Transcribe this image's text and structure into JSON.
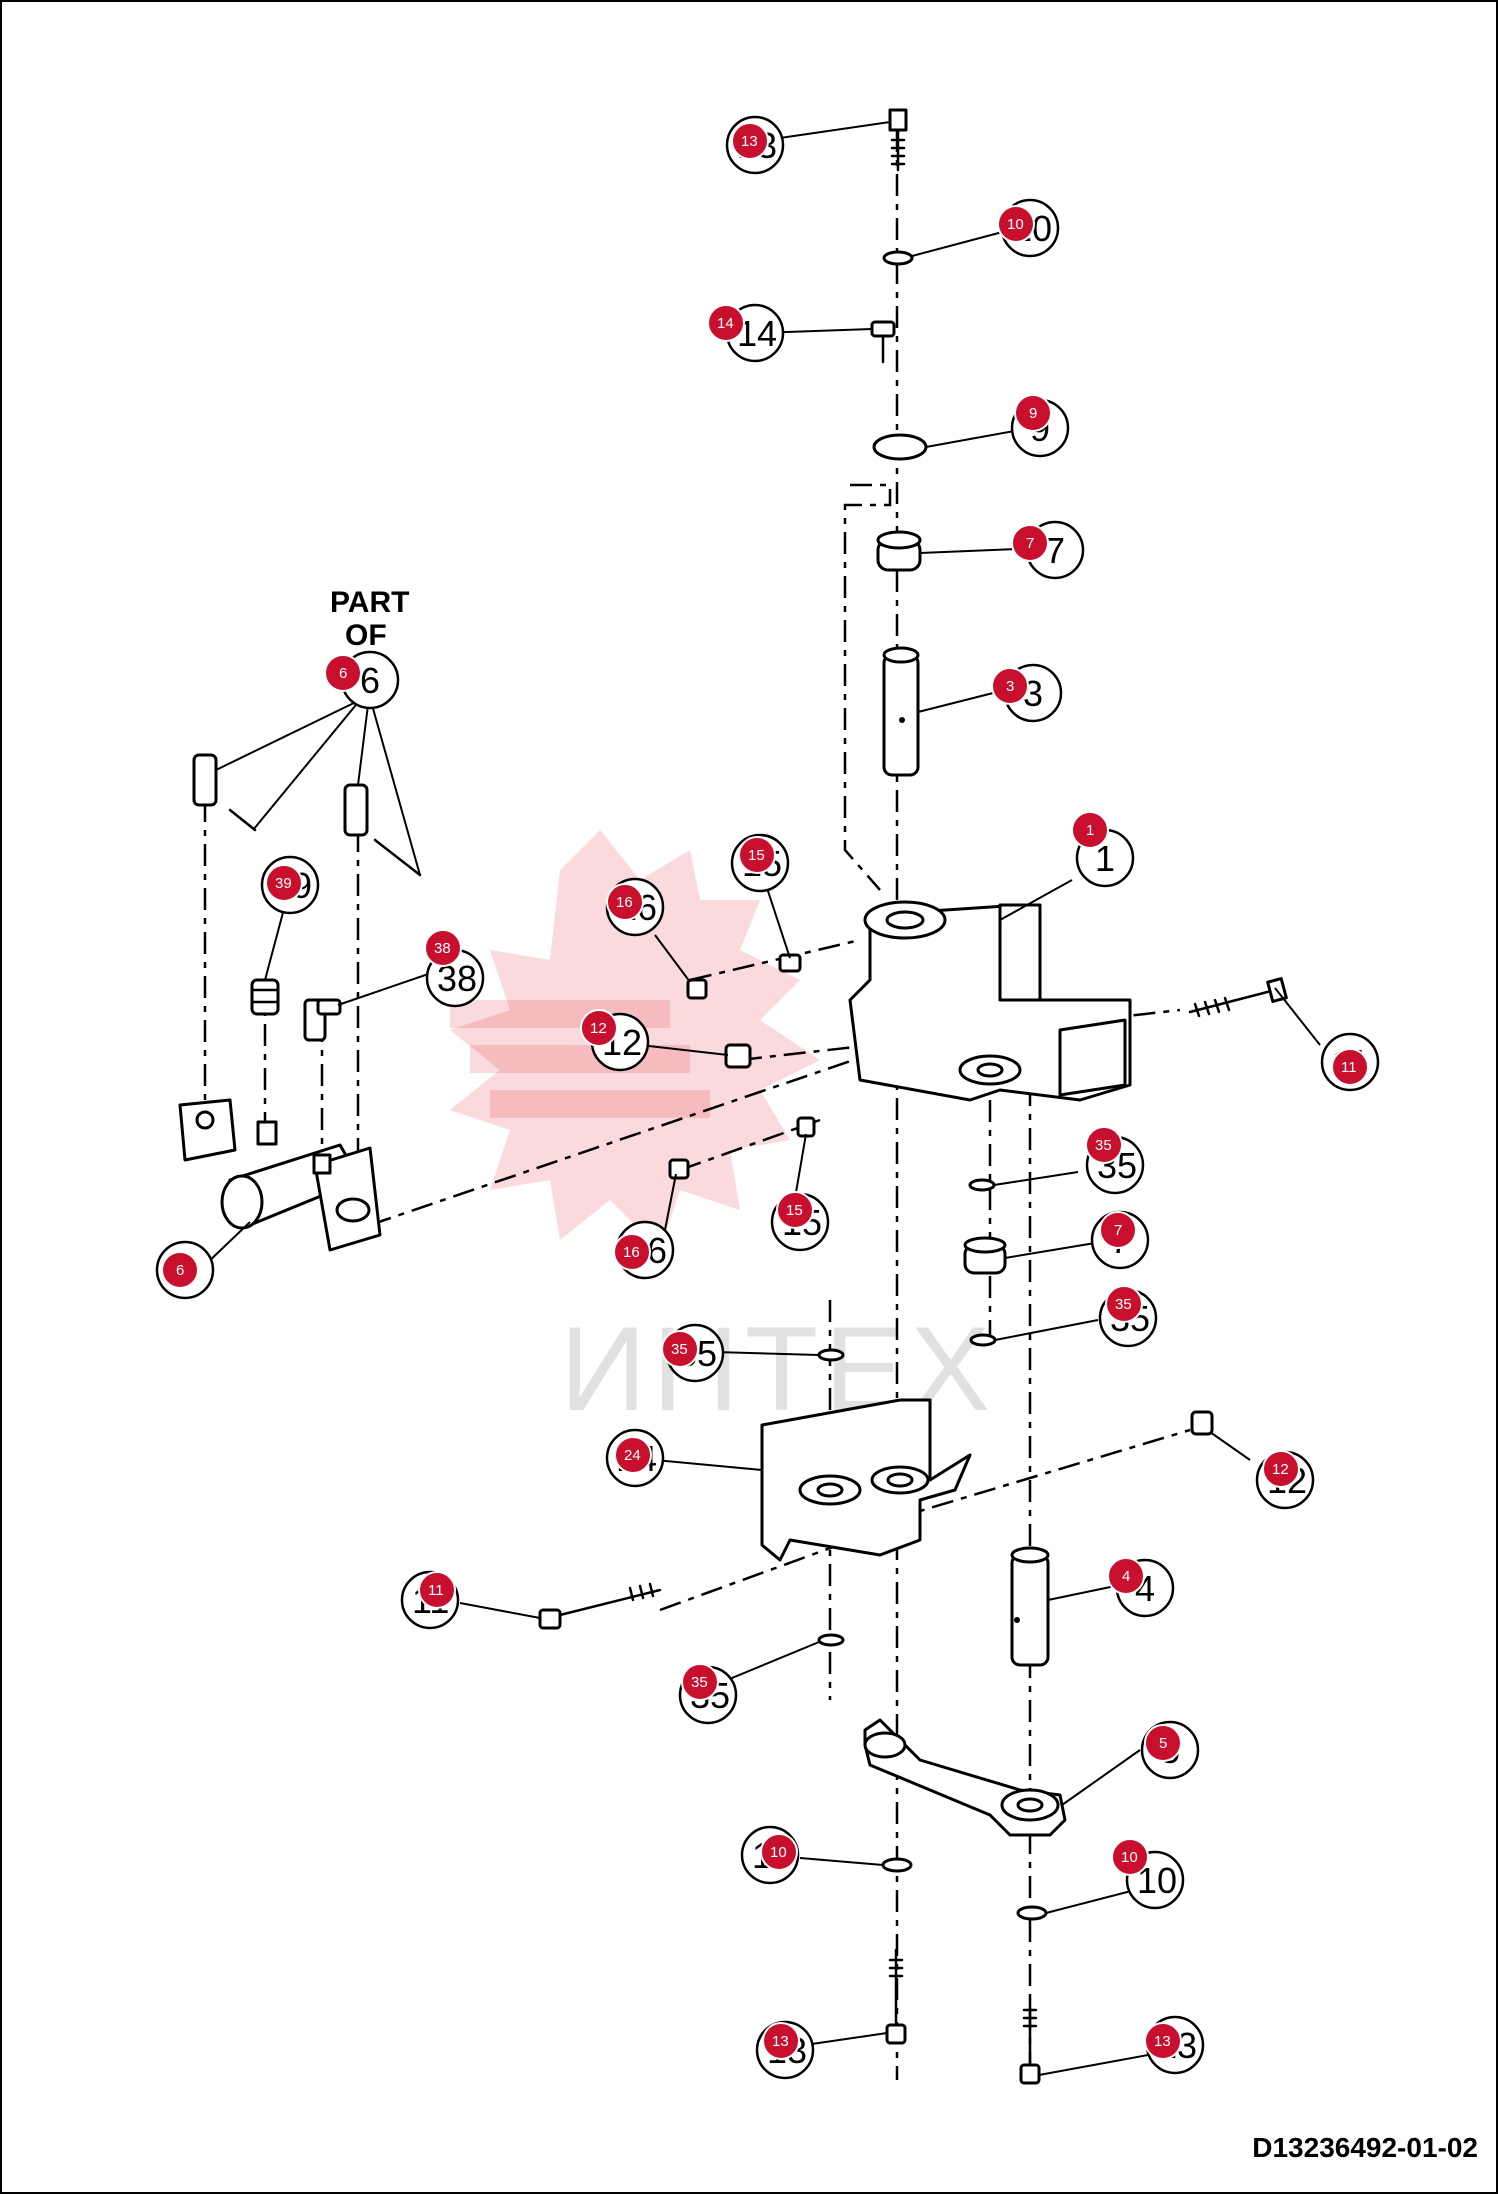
{
  "note": {
    "line1": "PART",
    "line2": "OF"
  },
  "watermark": "ИНТЕХ",
  "drawing_code": "D13236492-01-02",
  "callouts": [
    {
      "id": "c13a",
      "label": "13"
    },
    {
      "id": "c10a",
      "label": "10"
    },
    {
      "id": "c14",
      "label": "14"
    },
    {
      "id": "c9",
      "label": "9"
    },
    {
      "id": "c7a",
      "label": "7"
    },
    {
      "id": "c6a",
      "label": "6"
    },
    {
      "id": "c3",
      "label": "3"
    },
    {
      "id": "c1",
      "label": "1"
    },
    {
      "id": "c39",
      "label": "39"
    },
    {
      "id": "c15a",
      "label": "15"
    },
    {
      "id": "c16a",
      "label": "16"
    },
    {
      "id": "c38",
      "label": "38"
    },
    {
      "id": "c12a",
      "label": "12"
    },
    {
      "id": "c11a",
      "label": "11"
    },
    {
      "id": "c35a",
      "label": "35"
    },
    {
      "id": "c6b",
      "label": "6"
    },
    {
      "id": "c7b",
      "label": "7"
    },
    {
      "id": "c15b",
      "label": "15"
    },
    {
      "id": "c16b",
      "label": "16"
    },
    {
      "id": "c35b",
      "label": "35"
    },
    {
      "id": "c35c",
      "label": "35"
    },
    {
      "id": "c24",
      "label": "24"
    },
    {
      "id": "c12b",
      "label": "12"
    },
    {
      "id": "c11b",
      "label": "11"
    },
    {
      "id": "c4",
      "label": "4"
    },
    {
      "id": "c35d",
      "label": "35"
    },
    {
      "id": "c5",
      "label": "5"
    },
    {
      "id": "c10b",
      "label": "10"
    },
    {
      "id": "c10c",
      "label": "10"
    },
    {
      "id": "c13b",
      "label": "13"
    },
    {
      "id": "c13c",
      "label": "13"
    }
  ]
}
